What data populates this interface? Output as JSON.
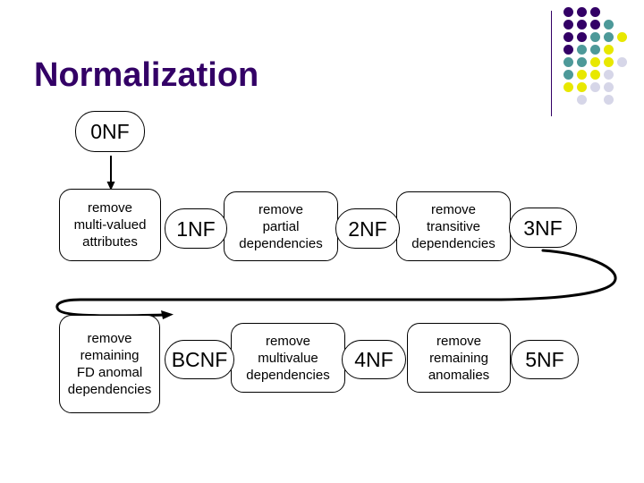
{
  "slide": {
    "title": "Normalization",
    "title_color": "#330066",
    "background": "#ffffff",
    "line_color": "#000000"
  },
  "decoration": {
    "name": "dot-grid-decoration",
    "rule_color": "#330066",
    "palette": {
      "purple": "#330066",
      "teal": "#4D9999",
      "yellow": "#E8E800",
      "lavender": "#D6D6E8"
    },
    "grid": [
      [
        "purple",
        "purple",
        "purple",
        null,
        null
      ],
      [
        "purple",
        "purple",
        "purple",
        "teal",
        null
      ],
      [
        "purple",
        "purple",
        "teal",
        "teal",
        "yellow"
      ],
      [
        "purple",
        "teal",
        "teal",
        "yellow",
        null
      ],
      [
        "teal",
        "teal",
        "yellow",
        "yellow",
        "lavender"
      ],
      [
        "teal",
        "yellow",
        "yellow",
        "lavender",
        null
      ],
      [
        "yellow",
        "yellow",
        "lavender",
        "lavender",
        null
      ],
      [
        null,
        "lavender",
        null,
        "lavender",
        null
      ]
    ]
  },
  "diagram": {
    "name": "normalization-flow-diagram",
    "start": {
      "label": "0NF"
    },
    "row1": [
      {
        "id": "remove-multivalued-attributes",
        "label": "remove\nmulti-valued\nattributes",
        "kind": "action"
      },
      {
        "id": "1nf",
        "label": "1NF",
        "kind": "nf"
      },
      {
        "id": "remove-partial-dependencies",
        "label": "remove\npartial\ndependencies",
        "kind": "action"
      },
      {
        "id": "2nf",
        "label": "2NF",
        "kind": "nf"
      },
      {
        "id": "remove-transitive-dependencies",
        "label": "remove\ntransitive\ndependencies",
        "kind": "action"
      },
      {
        "id": "3nf",
        "label": "3NF",
        "kind": "nf"
      }
    ],
    "row2": [
      {
        "id": "remove-remaining-fd-anomal-dependencies",
        "label": "remove\nremaining\nFD anomal\ndependencies",
        "kind": "action"
      },
      {
        "id": "bcnf",
        "label": "BCNF",
        "kind": "nf"
      },
      {
        "id": "remove-multivalue-dependencies",
        "label": "remove\nmultivalue\ndependencies",
        "kind": "action"
      },
      {
        "id": "4nf",
        "label": "4NF",
        "kind": "nf"
      },
      {
        "id": "remove-remaining-anomalies",
        "label": "remove\nremaining\nanomalies",
        "kind": "action"
      },
      {
        "id": "5nf",
        "label": "5NF",
        "kind": "nf"
      }
    ]
  }
}
